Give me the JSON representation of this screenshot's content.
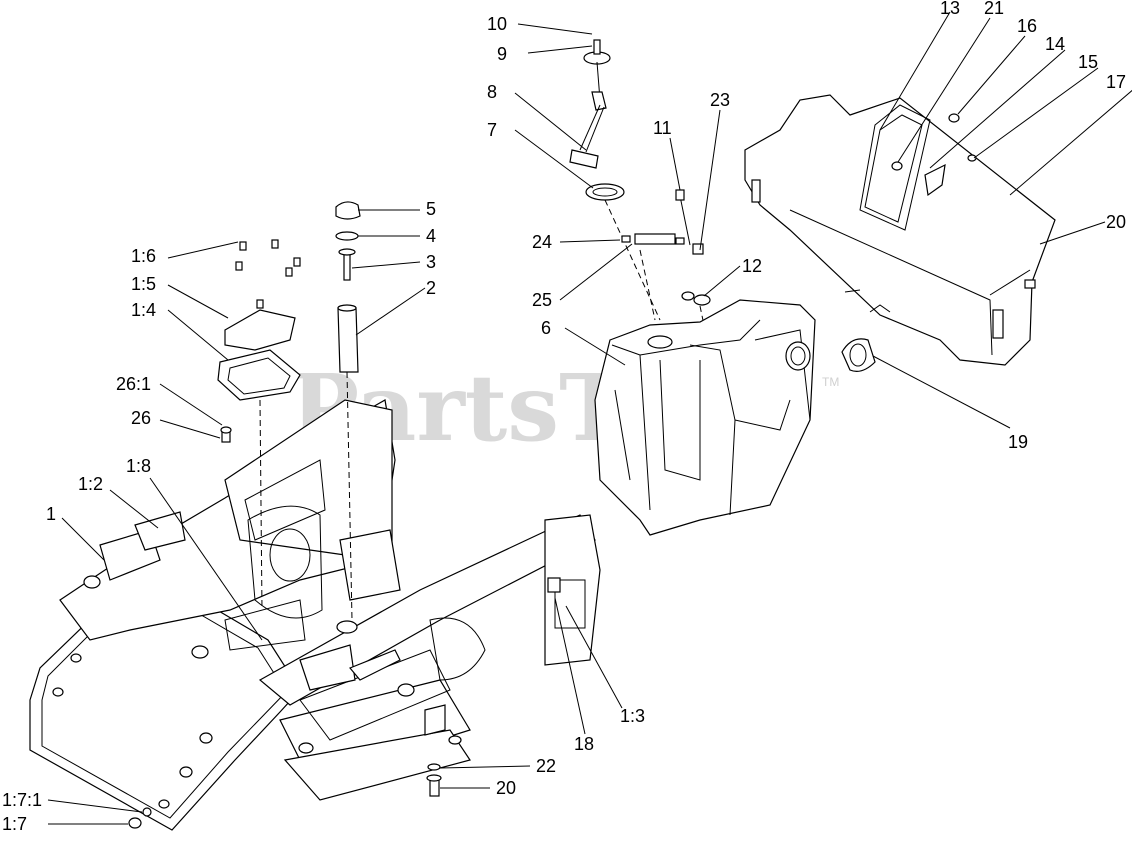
{
  "watermark": {
    "text": "PartsTree",
    "trademark": "TM"
  },
  "callouts": {
    "c10": "10",
    "c9": "9",
    "c8": "8",
    "c7": "7",
    "c11": "11",
    "c23": "23",
    "c13": "13",
    "c21": "21",
    "c16": "16",
    "c14": "14",
    "c15": "15",
    "c17": "17",
    "c5": "5",
    "c4": "4",
    "c3": "3",
    "c2": "2",
    "c1_6": "1:6",
    "c1_5": "1:5",
    "c1_4": "1:4",
    "c24": "24",
    "c25": "25",
    "c12": "12",
    "c6": "6",
    "c20a": "20",
    "c19": "19",
    "c26_1": "26:1",
    "c26": "26",
    "c1_8": "1:8",
    "c1_2": "1:2",
    "c1": "1",
    "c18": "18",
    "c1_3": "1:3",
    "c22": "22",
    "c20b": "20",
    "c1_7_1": "1:7:1",
    "c1_7": "1:7"
  }
}
